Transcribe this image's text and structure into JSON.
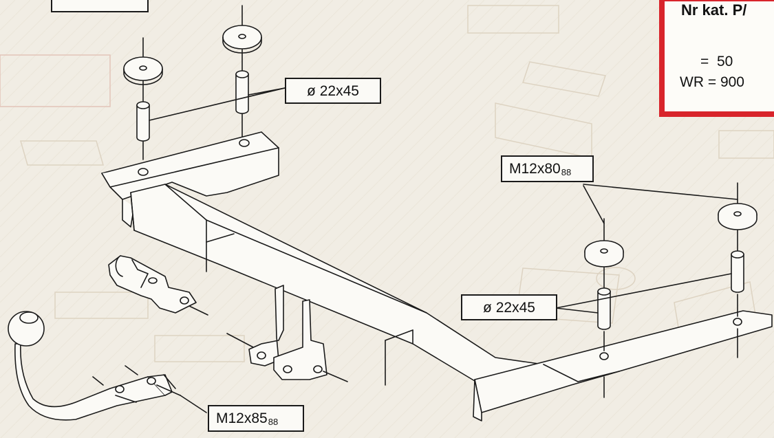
{
  "info_panel": {
    "catalog_label": "Nr kat. P/",
    "vertical_load_value": "50",
    "wr_label": "WR",
    "wr_value": "900",
    "equals": "="
  },
  "labels": {
    "pin_top": {
      "text": "ø 22x45"
    },
    "bolt_right": {
      "text": "M12x80",
      "sub": "88"
    },
    "pin_right": {
      "text": "ø 22x45"
    },
    "bolt_bottom": {
      "text": "M12x85",
      "sub": "88"
    }
  },
  "icons": {
    "vertical_load": "coupling-load-icon"
  },
  "colors": {
    "panel_border": "#d8242b",
    "line": "#1a1a1a",
    "paper": "#f1ede4"
  }
}
